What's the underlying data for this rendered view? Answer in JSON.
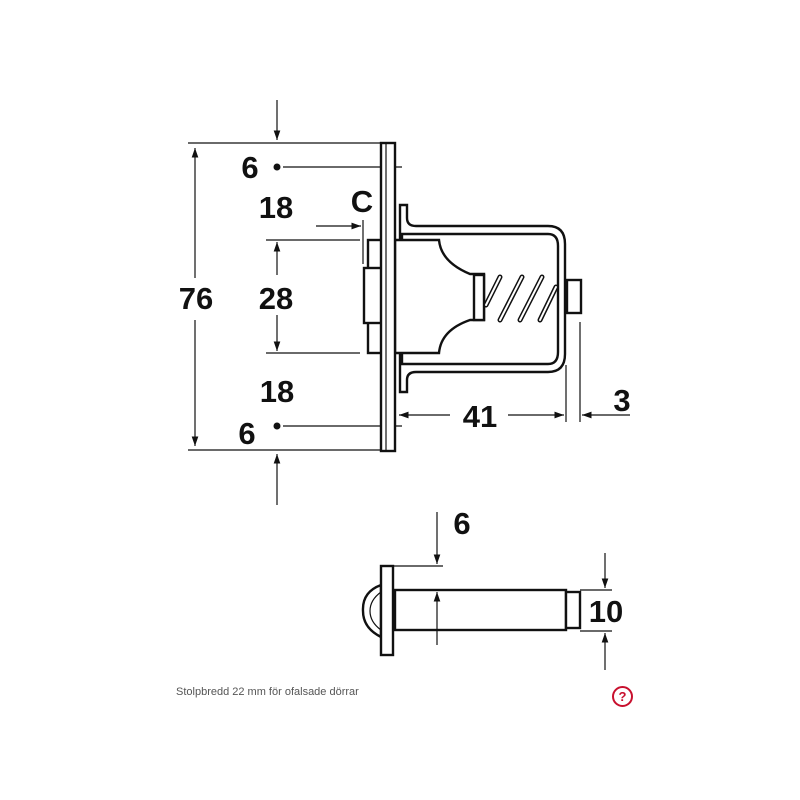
{
  "drawing": {
    "top_view_labels": {
      "height_total": "76",
      "edge_top": "6",
      "gap_top": "18",
      "center": "28",
      "gap_bottom": "18",
      "edge_bottom": "6",
      "offset_c": "C",
      "depth": "41",
      "protrusion": "3"
    },
    "pin_view_labels": {
      "flange": "6",
      "diameter": "10"
    }
  },
  "caption": "Stolpbredd 22 mm för ofalsade dörrar",
  "help": {
    "label": "?",
    "color": "#c8102e"
  }
}
